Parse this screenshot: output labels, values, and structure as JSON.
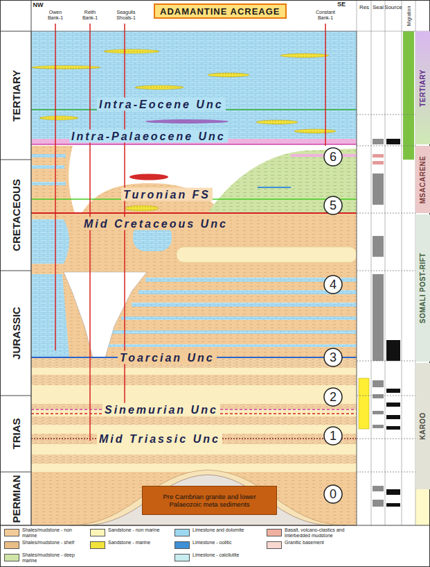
{
  "diagram": {
    "title": "ADAMANTINE ACREAGE",
    "nodes": [
      {
        "text": [
          "TERTIARY"
        ]
      },
      {
        "text": [
          "CRETACEOUS"
        ]
      },
      {
        "text": [
          "JURASSIC"
        ]
      },
      {
        "text": [
          "TRIAS"
        ]
      },
      {
        "text": [
          "PERMIAN"
        ]
      },
      {
        "text": [
          "6"
        ]
      },
      {
        "text": [
          "5"
        ]
      },
      {
        "text": [
          "4"
        ]
      },
      {
        "text": [
          "3"
        ]
      },
      {
        "text": [
          "2"
        ]
      },
      {
        "text": [
          "1"
        ]
      },
      {
        "text": [
          "Pre Cambrian granite and lower Palaeozoic meta sediments"
        ]
      },
      {
        "text": [
          "0"
        ]
      },
      {
        "text": [
          "TERTIARY"
        ]
      },
      {
        "text": [
          "MSACARENE"
        ]
      },
      {
        "text": [
          "SOMALI POST-RIFT"
        ]
      },
      {
        "text": [
          "KAROO"
        ]
      }
    ],
    "labels": [
      "NW",
      "SE",
      "Owen Bank-1",
      "Reith Bank-1",
      "Seagulls Shoals-1",
      "Constant Bank-1",
      "Res",
      "Seal",
      "Source",
      "Migration",
      "Intra-Eocene Unc",
      "Intra-Palaeocene Unc",
      "Turonian FS",
      "Mid Cretaceous Unc",
      "Toarcian Unc",
      "Sinemurian Unc",
      "Mid Triassic Unc"
    ],
    "legend": [
      {
        "text": "Shales/mudstone - non marine",
        "color": "#f3cb98"
      },
      {
        "text": "Shales/mudstone - shelf",
        "color": "#e8bd86"
      },
      {
        "text": "Shales/mudstone - deep marine",
        "color": "#cfe4a6"
      },
      {
        "text": "Sandstone - non marine",
        "color": "#fdf5b8"
      },
      {
        "text": "Sandstone - marine",
        "color": "#f2e23a"
      },
      {
        "text": "Limestone and dolomite",
        "color": "#9ed8f0"
      },
      {
        "text": "Limestone - oolitic",
        "color": "#3d8fd6"
      },
      {
        "text": "Limestone - calcilutite",
        "color": "#c8ecf0"
      },
      {
        "text": "Basalt, volcano-clastics and interbedded mudstone",
        "color": "#f0b0a0"
      },
      {
        "text": "Granitic basement",
        "color": "#f8d8d0"
      }
    ]
  }
}
